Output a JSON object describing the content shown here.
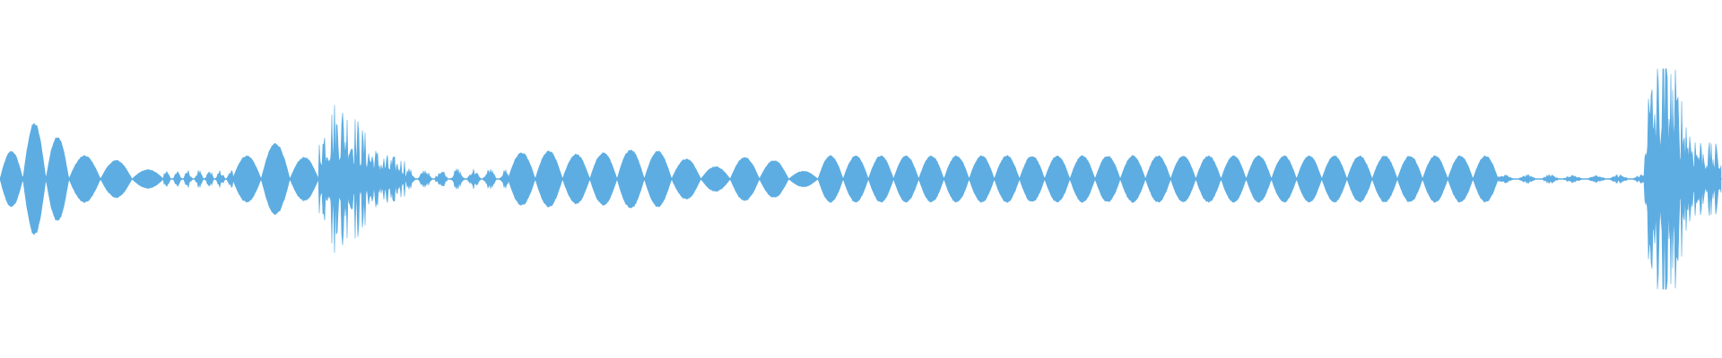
{
  "waveform": {
    "color": "#5dade2",
    "background": "#ffffff",
    "segments": [
      {
        "type": "lobes",
        "start": 0.0,
        "end": 0.04,
        "count": 3,
        "amp": [
          0.36,
          0.72,
          0.55
        ]
      },
      {
        "type": "lobes",
        "start": 0.04,
        "end": 0.095,
        "count": 3,
        "amp": [
          0.3,
          0.24,
          0.12
        ]
      },
      {
        "type": "noise",
        "start": 0.095,
        "end": 0.135,
        "amp": 0.12
      },
      {
        "type": "lobes",
        "start": 0.135,
        "end": 0.185,
        "count": 3,
        "amp": [
          0.3,
          0.46,
          0.28
        ]
      },
      {
        "type": "burst",
        "start": 0.185,
        "end": 0.235,
        "amp": 0.8
      },
      {
        "type": "noise",
        "start": 0.235,
        "end": 0.295,
        "amp": 0.14
      },
      {
        "type": "lobes",
        "start": 0.295,
        "end": 0.39,
        "count": 6,
        "amp": [
          0.34,
          0.36,
          0.32,
          0.34,
          0.38,
          0.36
        ]
      },
      {
        "type": "lobes",
        "start": 0.39,
        "end": 0.475,
        "count": 5,
        "amp": [
          0.26,
          0.16,
          0.28,
          0.24,
          0.1
        ]
      },
      {
        "type": "lobes",
        "start": 0.475,
        "end": 0.87,
        "count": 27,
        "amp": [
          0.3
        ]
      },
      {
        "type": "noise",
        "start": 0.87,
        "end": 0.955,
        "amp": 0.06
      },
      {
        "type": "burst",
        "start": 0.955,
        "end": 1.0,
        "amp": 1.25
      }
    ]
  }
}
